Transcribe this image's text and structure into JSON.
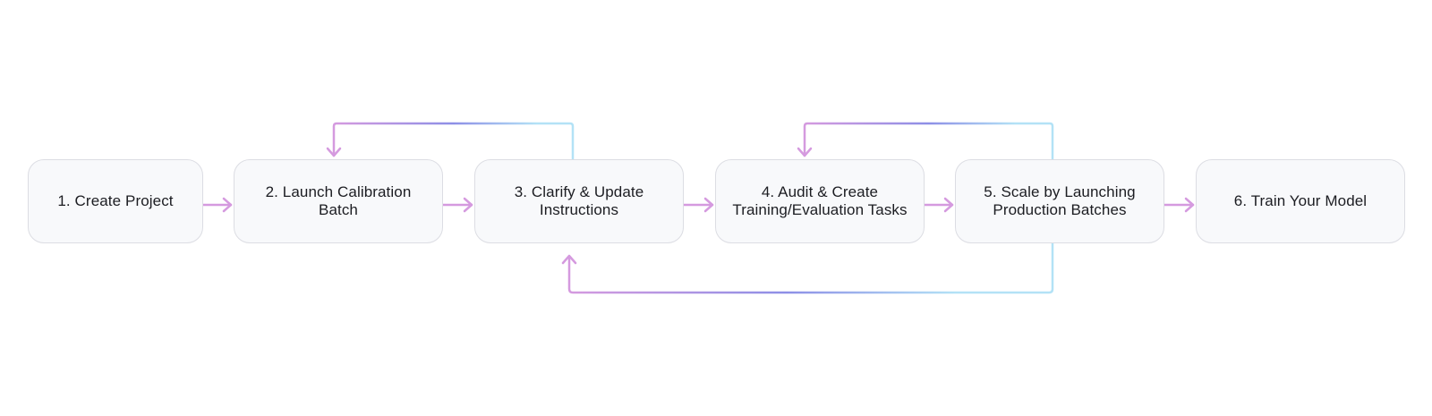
{
  "diagram": {
    "steps": [
      {
        "label": "1. Create Project"
      },
      {
        "label": "2. Launch Calibration Batch"
      },
      {
        "label": "3. Clarify & Update Instructions"
      },
      {
        "label": "4. Audit & Create Training/Evaluation Tasks"
      },
      {
        "label": "5. Scale by Launching Production Batches"
      },
      {
        "label": "6. Train Your Model"
      }
    ],
    "connections": [
      {
        "from": 1,
        "to": 2,
        "kind": "forward"
      },
      {
        "from": 2,
        "to": 3,
        "kind": "forward"
      },
      {
        "from": 3,
        "to": 4,
        "kind": "forward"
      },
      {
        "from": 4,
        "to": 5,
        "kind": "forward"
      },
      {
        "from": 5,
        "to": 6,
        "kind": "forward"
      },
      {
        "from": 3,
        "to": 2,
        "kind": "feedback-top"
      },
      {
        "from": 5,
        "to": 4,
        "kind": "feedback-top"
      },
      {
        "from": 5,
        "to": 3,
        "kind": "feedback-bottom"
      }
    ],
    "colors": {
      "arrow": "#d59adf",
      "gradient_start": "#d59adf",
      "gradient_mid": "#8d8fe6",
      "gradient_end": "#b3e2f6",
      "box_fill": "#f8f9fb",
      "box_border": "#dcdde3",
      "text": "#1c1d22"
    }
  }
}
